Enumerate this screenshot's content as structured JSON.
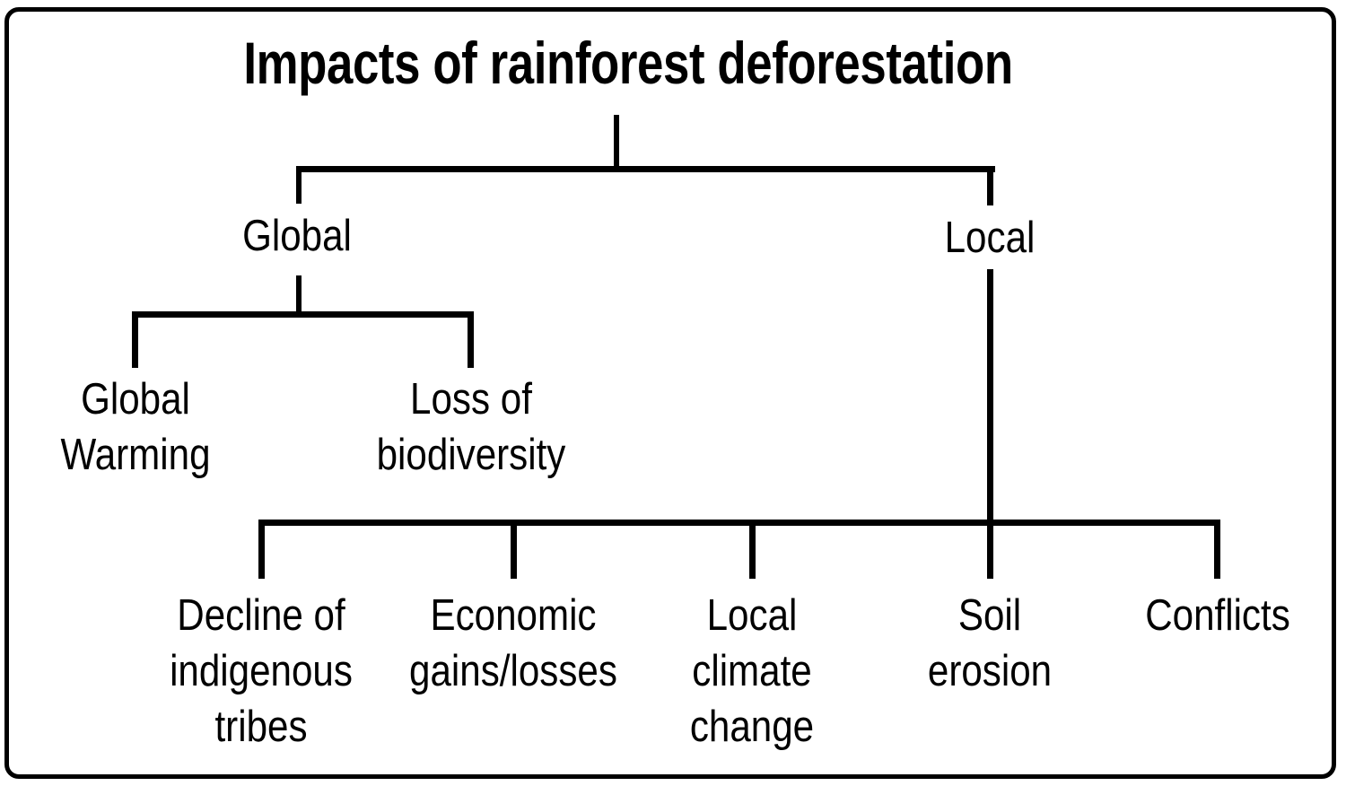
{
  "diagram": {
    "type": "tree",
    "title": "Impacts of rainforest deforestation",
    "frame": {
      "border_color": "#000000",
      "background_color": "#ffffff",
      "corner_radius": "16px"
    },
    "line_color": "#000000",
    "text_color": "#000000",
    "branches": {
      "global": {
        "label": "Global",
        "children": [
          {
            "label": "Global\nWarming"
          },
          {
            "label": "Loss of\nbiodiversity"
          }
        ]
      },
      "local": {
        "label": "Local",
        "children": [
          {
            "label": "Decline of\nindigenous\ntribes"
          },
          {
            "label": "Economic\ngains/losses"
          },
          {
            "label": "Local\nclimate\nchange"
          },
          {
            "label": "Soil\nerosion"
          },
          {
            "label": "Conflicts"
          }
        ]
      }
    }
  }
}
